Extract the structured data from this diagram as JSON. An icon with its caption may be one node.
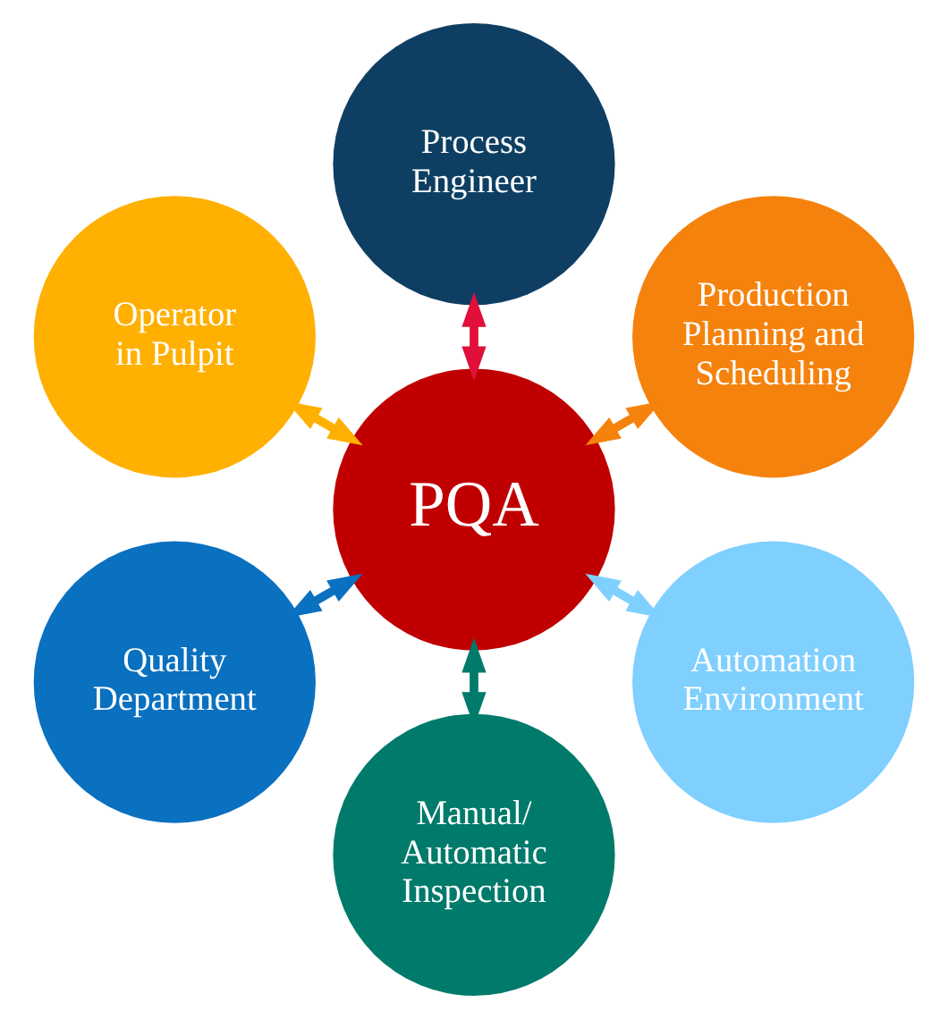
{
  "diagram": {
    "nodes": [
      {
        "text": [
          "Production Planning and Scheduling"
        ]
      },
      {
        "text": [
          "Process Engineer"
        ]
      },
      {
        "text": [
          "Operator in Pulpit"
        ]
      },
      {
        "text": [
          "PQA"
        ]
      },
      {
        "text": [
          "Quality Department"
        ]
      },
      {
        "text": [
          "Manual/ Automatic Inspection"
        ]
      },
      {
        "text": [
          "Automation Environment"
        ]
      }
    ],
    "edges": [
      {
        "from": 3,
        "to": 0,
        "arrow": "both",
        "color": "#f5820d"
      },
      {
        "from": 3,
        "to": 2,
        "arrow": "both",
        "color": "#ffb000"
      },
      {
        "from": 3,
        "to": 5,
        "arrow": "both",
        "color": "#007a6a"
      },
      {
        "from": 3,
        "to": 6,
        "arrow": "both",
        "color": "#7fcfff"
      },
      {
        "from": 3,
        "to": 4,
        "arrow": "both",
        "color": "#0a70c0"
      },
      {
        "from": 3,
        "to": 1,
        "arrow": "both",
        "color": "#e0103a"
      }
    ]
  }
}
